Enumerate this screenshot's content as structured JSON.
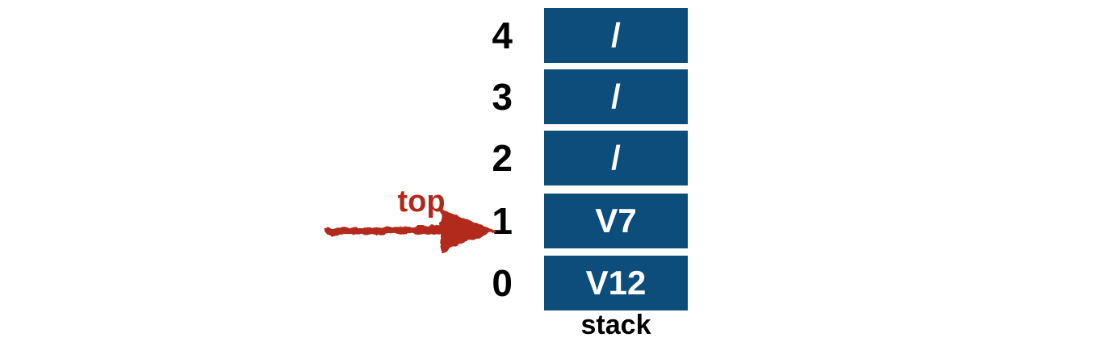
{
  "diagram": {
    "caption": "stack",
    "pointer": {
      "label": "top",
      "target_index": "1"
    },
    "colors": {
      "cell": "#0d4d7b",
      "cell_text": "#ffffff",
      "index_text": "#000000",
      "arrow": "#b2291b"
    },
    "cells": [
      {
        "index": "4",
        "value": "/"
      },
      {
        "index": "3",
        "value": "/"
      },
      {
        "index": "2",
        "value": "/"
      },
      {
        "index": "1",
        "value": "V7"
      },
      {
        "index": "0",
        "value": "V12"
      }
    ]
  }
}
